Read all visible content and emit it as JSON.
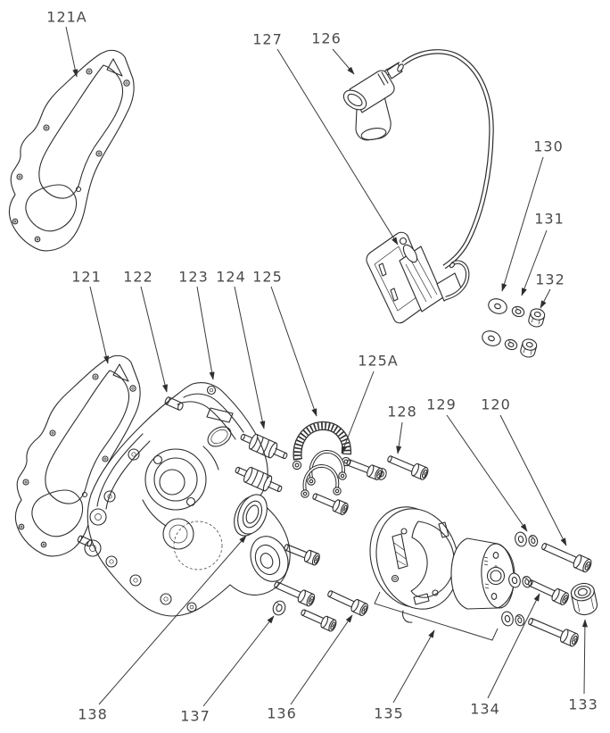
{
  "figure": {
    "type": "exploded-parts-diagram",
    "background_color": "#ffffff",
    "line_color": "#2e2e2e",
    "label_color": "#4a4a4a"
  },
  "labels": [
    {
      "text": "121A"
    },
    {
      "text": "127"
    },
    {
      "text": "126"
    },
    {
      "text": "130"
    },
    {
      "text": "131"
    },
    {
      "text": "132"
    },
    {
      "text": "121"
    },
    {
      "text": "122"
    },
    {
      "text": "123"
    },
    {
      "text": "124"
    },
    {
      "text": "125"
    },
    {
      "text": "125A"
    },
    {
      "text": "128"
    },
    {
      "text": "129"
    },
    {
      "text": "120"
    },
    {
      "text": "138"
    },
    {
      "text": "137"
    },
    {
      "text": "136"
    },
    {
      "text": "135"
    },
    {
      "text": "134"
    },
    {
      "text": "133"
    }
  ]
}
